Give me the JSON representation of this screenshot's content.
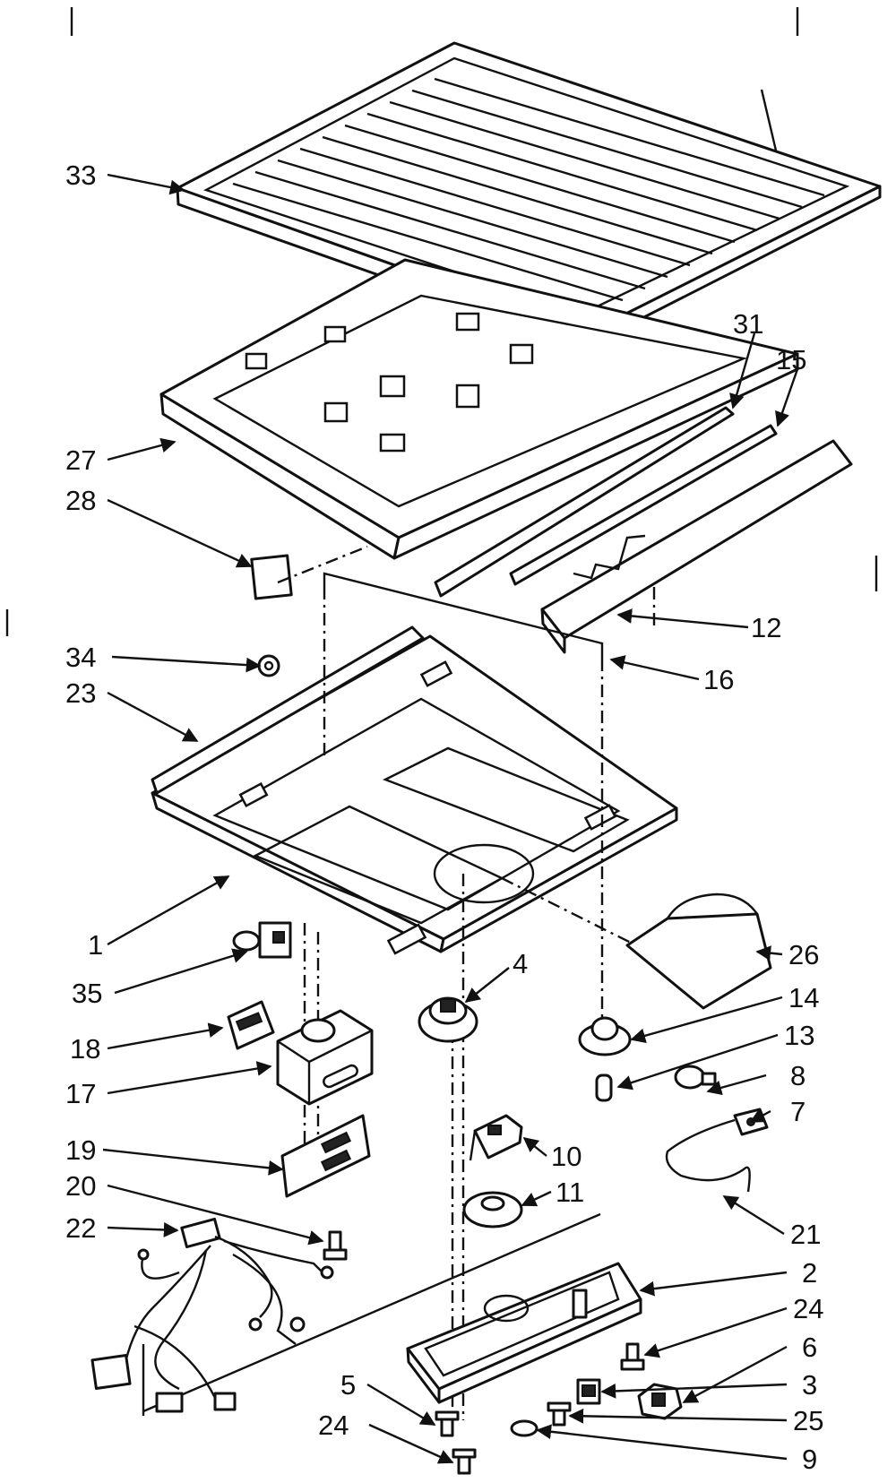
{
  "labels": {
    "l1": "1",
    "l2": "2",
    "l3": "3",
    "l4": "4",
    "l5": "5",
    "l6": "6",
    "l7": "7",
    "l8": "8",
    "l9": "9",
    "l10": "10",
    "l11": "11",
    "l12": "12",
    "l13": "13",
    "l14": "14",
    "l15": "15",
    "l16": "16",
    "l17": "17",
    "l18": "18",
    "l19": "19",
    "l20": "20",
    "l21": "21",
    "l22": "22",
    "l23": "23",
    "l24a": "24",
    "l24b": "24",
    "l25": "25",
    "l26": "26",
    "l27": "27",
    "l28": "28",
    "l31": "31",
    "l33": "33",
    "l34": "34",
    "l35": "35"
  }
}
